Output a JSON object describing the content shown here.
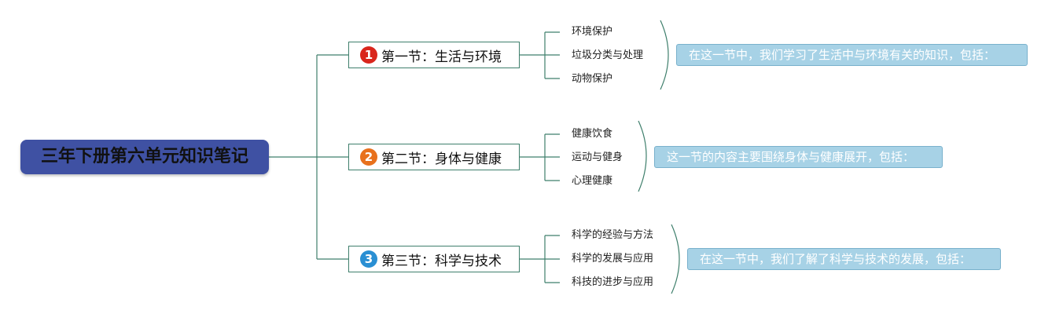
{
  "root": {
    "title": "三年下册第六单元知识笔记"
  },
  "sections": [
    {
      "number": "1",
      "number_color": "#d9261c",
      "title": "第一节：生活与环境",
      "items": [
        "环境保护",
        "垃圾分类与处理",
        "动物保护"
      ],
      "summary": "在这一节中，我们学习了生活中与环境有关的知识，包括："
    },
    {
      "number": "2",
      "number_color": "#e8711d",
      "title": "第二节：身体与健康",
      "items": [
        "健康饮食",
        "运动与健身",
        "心理健康"
      ],
      "summary": "这一节的内容主要围绕身体与健康展开，包括："
    },
    {
      "number": "3",
      "number_color": "#2a8fd3",
      "title": "第三节：科学与技术",
      "items": [
        "科学的经验与方法",
        "科学的发展与应用",
        "科技的进步与应用"
      ],
      "summary": "在这一节中，我们了解了科学与技术的发展，包括："
    }
  ],
  "colors": {
    "root_fill": "#3f51a3",
    "connector": "#3f7f6c",
    "summary_fill": "#a7d2e6"
  }
}
